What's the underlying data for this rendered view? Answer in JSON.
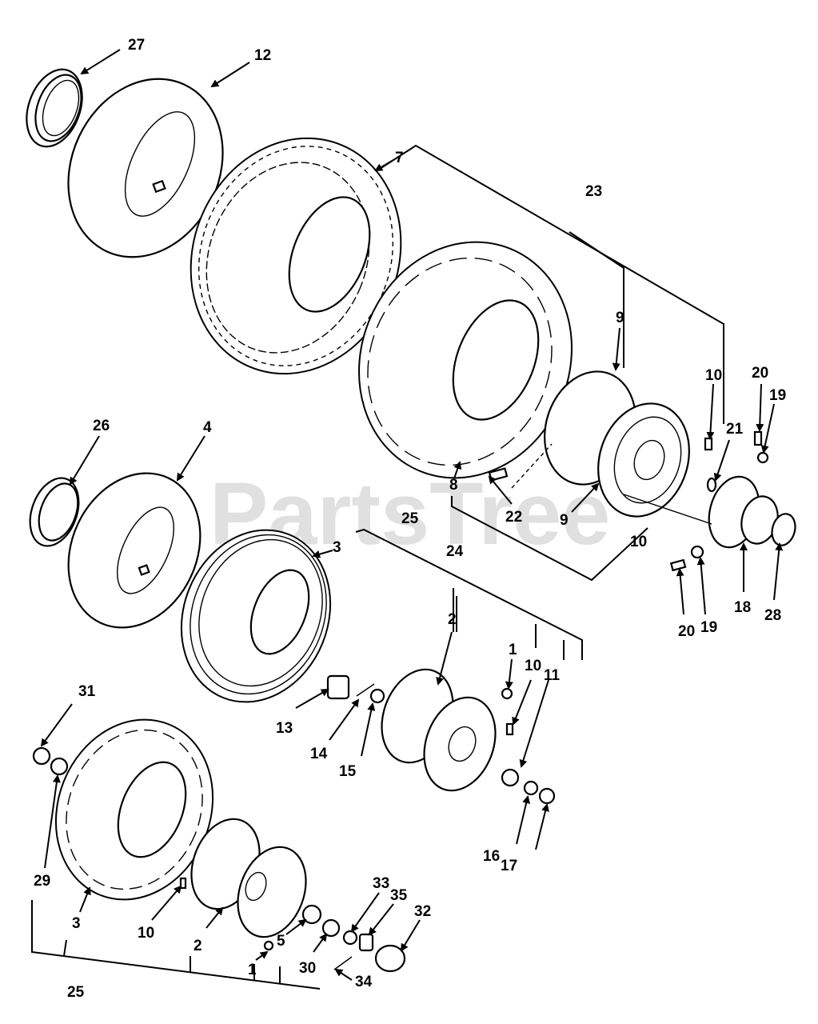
{
  "watermark": "PartsTree",
  "callouts": {
    "c27": "27",
    "c12": "12",
    "c7": "7",
    "c23": "23",
    "c9a": "9",
    "c10a": "10",
    "c20a": "20",
    "c19a": "19",
    "c21": "21",
    "c26": "26",
    "c4": "4",
    "c8": "8",
    "c22": "22",
    "c9b": "9",
    "c25a": "25",
    "c3a": "3",
    "c24": "24",
    "c10b": "10",
    "c18": "18",
    "c28": "28",
    "c20b": "20",
    "c19b": "19",
    "c2a": "2",
    "c1a": "1",
    "c10c": "10",
    "c11": "11",
    "c13": "13",
    "c14": "14",
    "c15": "15",
    "c31": "31",
    "c29": "29",
    "c16": "16",
    "c17": "17",
    "c3b": "3",
    "c10d": "10",
    "c2b": "2",
    "c33": "33",
    "c35": "35",
    "c32": "32",
    "c5": "5",
    "c1b": "1",
    "c30": "30",
    "c34": "34",
    "c25b": "25"
  }
}
